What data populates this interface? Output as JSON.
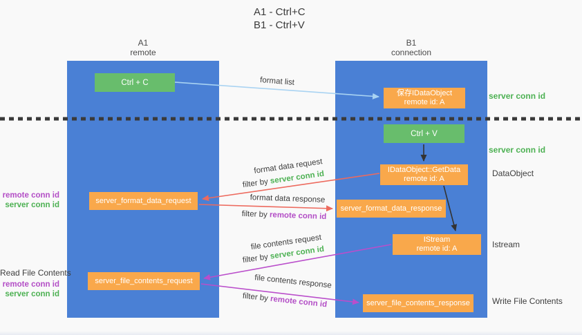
{
  "title": {
    "line1": "A1 - Ctrl+C",
    "line2": "B1 - Ctrl+V"
  },
  "columns": {
    "a": {
      "id": "A1",
      "name": "remote"
    },
    "b": {
      "id": "B1",
      "name": "connection"
    }
  },
  "nodes": {
    "ctrl_c": {
      "label": "Ctrl + C"
    },
    "save_idataobject": {
      "line1": "保存IDataObject",
      "line2": "remote id: A"
    },
    "ctrl_v": {
      "label": "Ctrl + V"
    },
    "getdata": {
      "line1": "IDataObject::GetData",
      "line2": "remote id: A"
    },
    "format_request": {
      "label": "server_format_data_request"
    },
    "format_response": {
      "label": "server_format_data_response"
    },
    "istream": {
      "line1": "IStream",
      "line2": "remote id: A"
    },
    "file_request": {
      "label": "server_file_contents_request"
    },
    "file_response": {
      "label": "server_file_contents_response"
    }
  },
  "annotations": {
    "server_conn_id_right_top": "server conn id",
    "server_conn_id_right_mid": "server conn id",
    "dataobject": "DataObject",
    "istream": "Istream",
    "write_file_contents": "Write File Contents",
    "read_file_contents": "Read File Contents",
    "remote_conn_id_left_top": "remote conn id",
    "server_conn_id_left_top": "server conn id",
    "remote_conn_id_left_bottom": "remote conn id",
    "server_conn_id_left_bottom": "server conn id"
  },
  "flows": {
    "format_list": {
      "label": "format list"
    },
    "format_data_request": {
      "label": "format data request",
      "filter_prefix": "filter by",
      "filter_key": "server conn id"
    },
    "format_data_response": {
      "label": "format data response",
      "filter_prefix": "filter by",
      "filter_key": "remote conn id"
    },
    "file_contents_request": {
      "label": "file contents request",
      "filter_prefix": "filter by",
      "filter_key": "server conn id"
    },
    "file_contents_response": {
      "label": "file contents response",
      "filter_prefix": "filter by",
      "filter_key": "remote conn id"
    }
  },
  "colors": {
    "lane_blue": "#4a80d5",
    "box_green": "#68bd6c",
    "box_orange": "#f9a84b",
    "text_green": "#4db153",
    "text_purple": "#b34ec6",
    "arrow_red": "#ed6a5e",
    "arrow_purple": "#ba4ecb",
    "arrow_blue": "#a9d3f2",
    "arrow_black": "#333333"
  }
}
